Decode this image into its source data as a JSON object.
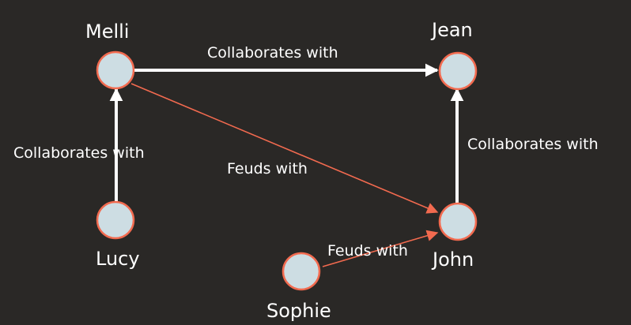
{
  "colors": {
    "background": "#2a2826",
    "node_fill": "#cddde3",
    "node_stroke": "#f26a4f",
    "collaborates_edge": "#ffffff",
    "feuds_edge": "#f26a4f",
    "text": "#ffffff"
  },
  "nodes": [
    {
      "id": "melli",
      "label": "Melli"
    },
    {
      "id": "jean",
      "label": "Jean"
    },
    {
      "id": "lucy",
      "label": "Lucy"
    },
    {
      "id": "john",
      "label": "John"
    },
    {
      "id": "sophie",
      "label": "Sophie"
    }
  ],
  "edges": [
    {
      "id": "melli-jean",
      "from": "melli",
      "to": "jean",
      "relation": "collaborates",
      "label": "Collaborates with"
    },
    {
      "id": "lucy-melli",
      "from": "lucy",
      "to": "melli",
      "relation": "collaborates",
      "label": "Collaborates with"
    },
    {
      "id": "john-jean",
      "from": "john",
      "to": "jean",
      "relation": "collaborates",
      "label": "Collaborates with"
    },
    {
      "id": "melli-john",
      "from": "melli",
      "to": "john",
      "relation": "feuds",
      "label": "Feuds with"
    },
    {
      "id": "sophie-john",
      "from": "sophie",
      "to": "john",
      "relation": "feuds",
      "label": "Feuds with"
    }
  ]
}
